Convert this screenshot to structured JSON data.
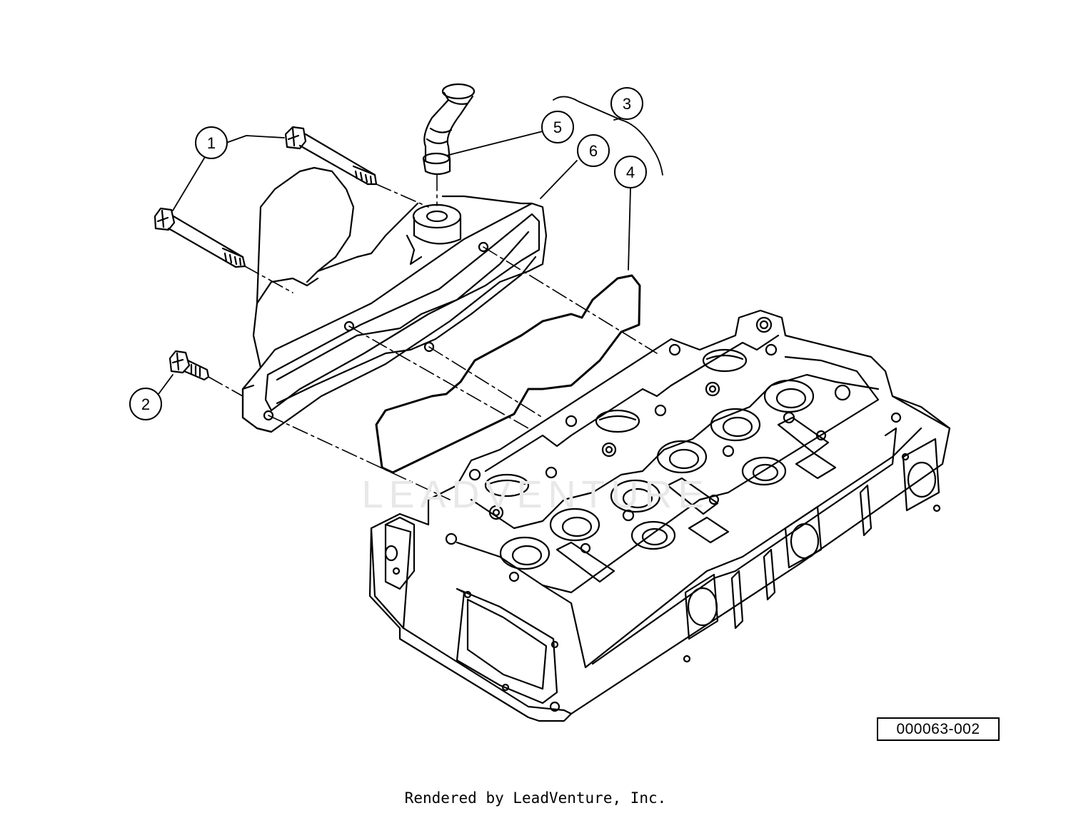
{
  "callouts": [
    {
      "id": "1",
      "part": "bolt"
    },
    {
      "id": "2",
      "part": "bolt"
    },
    {
      "id": "3",
      "part": "kit"
    },
    {
      "id": "4",
      "part": "gasket"
    },
    {
      "id": "5",
      "part": "breather-pipe"
    },
    {
      "id": "6",
      "part": "cylinder-head-cover"
    }
  ],
  "reference_code": "000063-002",
  "footer_text": "Rendered by LeadVenture, Inc.",
  "watermark_text": "LEADVENTURE",
  "colors": {
    "line": "#000000",
    "background": "#ffffff",
    "watermark": "#e8e8e8"
  }
}
